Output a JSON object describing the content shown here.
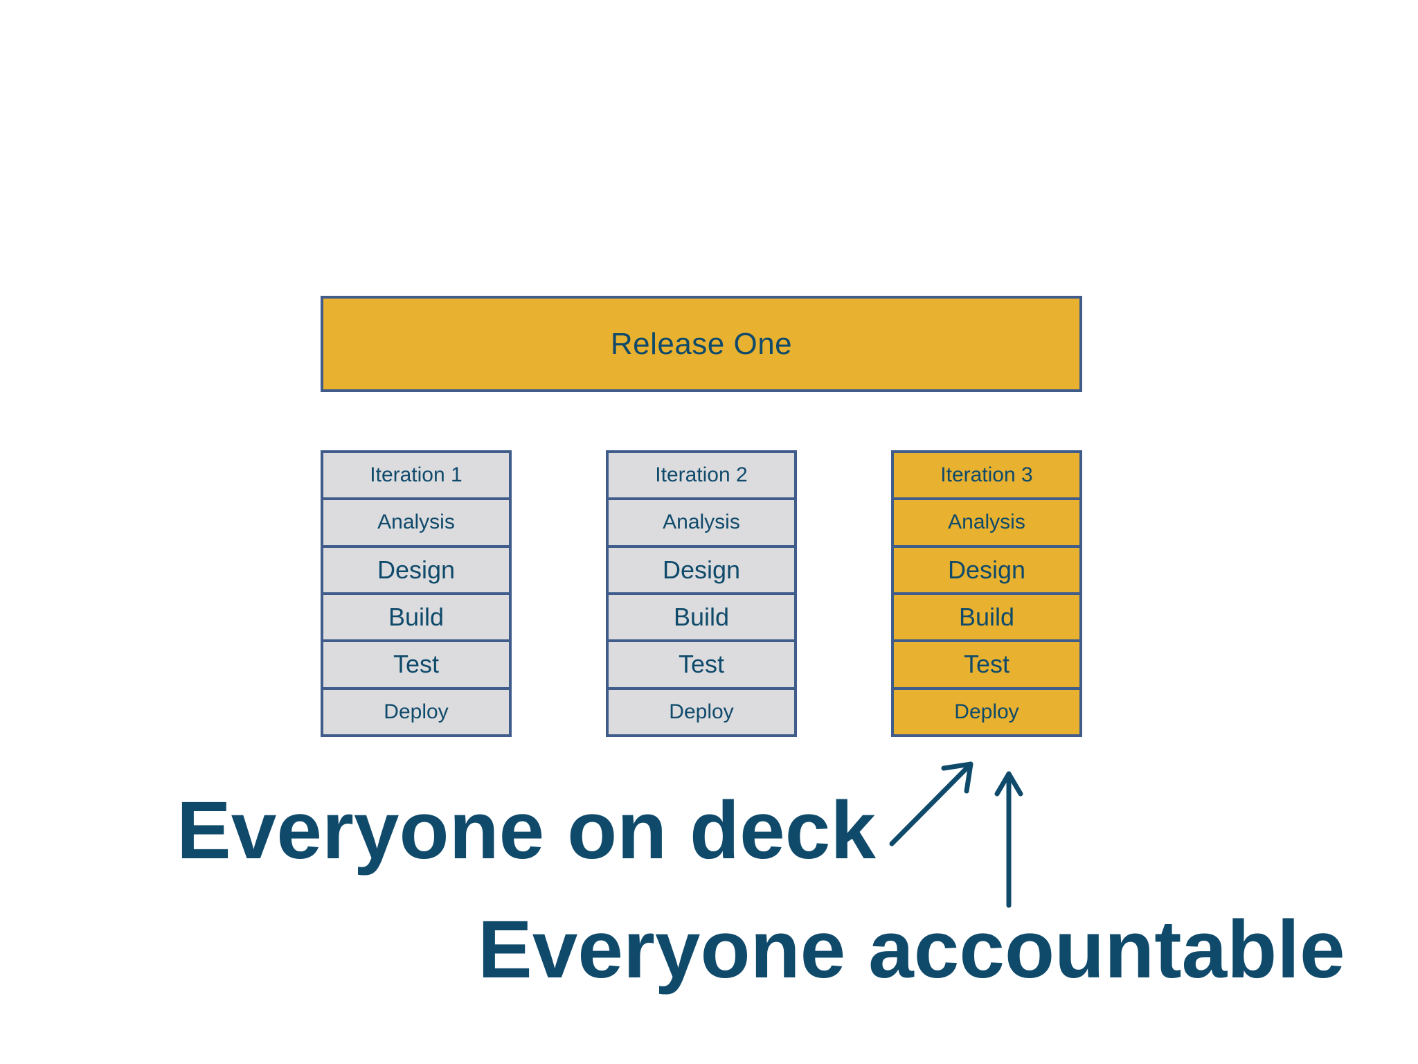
{
  "release": {
    "label": "Release One",
    "color": "#e8b12f"
  },
  "iterations": [
    {
      "title": "Iteration 1",
      "highlighted": false,
      "phases": [
        "Analysis",
        "Design",
        "Build",
        "Test",
        "Deploy"
      ]
    },
    {
      "title": "Iteration 2",
      "highlighted": false,
      "phases": [
        "Analysis",
        "Design",
        "Build",
        "Test",
        "Deploy"
      ]
    },
    {
      "title": "Iteration 3",
      "highlighted": true,
      "phases": [
        "Analysis",
        "Design",
        "Build",
        "Test",
        "Deploy"
      ]
    }
  ],
  "captions": {
    "line1": "Everyone on deck",
    "line2": "Everyone accountable"
  },
  "colors": {
    "text": "#0f4a6b",
    "border": "#3f5c8a",
    "gold": "#e8b12f",
    "gray": "#dcdcde"
  }
}
